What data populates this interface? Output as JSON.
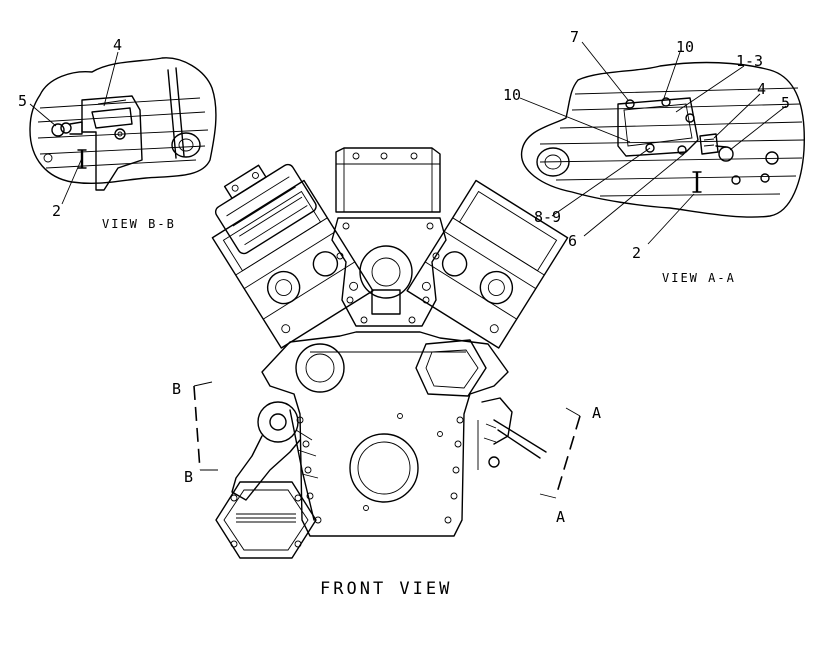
{
  "title": "FRONT VIEW",
  "views": {
    "view_b": "VIEW B-B",
    "view_a": "VIEW A-A"
  },
  "section_markers": {
    "b_top": "B",
    "b_bottom": "B",
    "a_top": "A",
    "a_bottom": "A"
  },
  "callouts_b": {
    "c4": "4",
    "c5": "5",
    "c2": "2"
  },
  "callouts_a": {
    "c7": "7",
    "c10_top": "10",
    "c1_3": "1-3",
    "c10_left": "10",
    "c4": "4",
    "c5": "5",
    "c8_9": "8-9",
    "c6": "6",
    "c2": "2"
  },
  "colors": {
    "ink": "#000000",
    "paper": "#ffffff"
  }
}
